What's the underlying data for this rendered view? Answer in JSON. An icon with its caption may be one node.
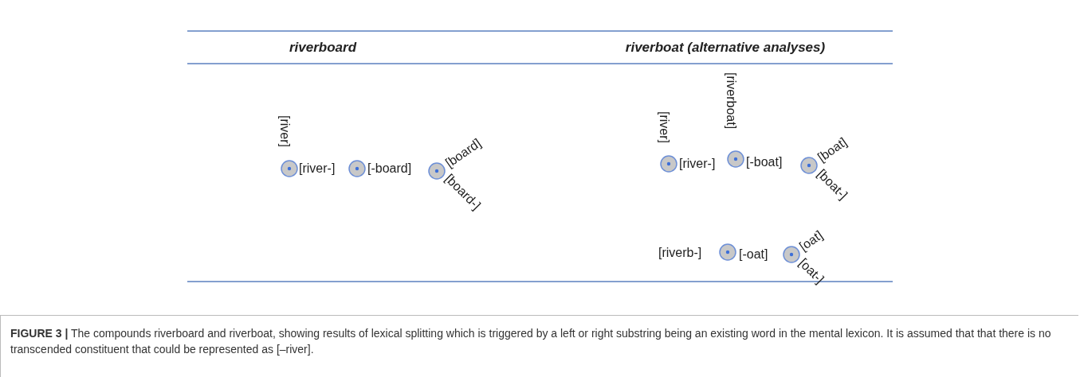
{
  "diagram": {
    "caption": "**FIGURE 3 |** The compounds riverboard and riverboat, showing results of lexical splitting which is triggered by a left or right substring being an existing word in the mental lexicon. It is assumed that that there is no transcended constituent that could be represented as [–river].",
    "nodes": [
      {
        "text": [],
        "shape": "circle"
      },
      {
        "text": [],
        "shape": "circle"
      },
      {
        "text": [],
        "shape": "circle"
      },
      {
        "text": [],
        "shape": "circle"
      },
      {
        "text": [],
        "shape": "circle"
      },
      {
        "text": [],
        "shape": "circle"
      },
      {
        "text": [],
        "shape": "circle"
      },
      {
        "text": [],
        "shape": "circle"
      }
    ],
    "labels": [
      "riverboard",
      "riverboat (alternative analyses)",
      "[river]",
      "[river-]",
      "[-board]",
      "[board]",
      "[board-]",
      "[river]",
      "[riverboat]",
      "[river-]",
      "[-boat]",
      "[boat]",
      "[boat-]",
      "[riverb-]",
      "[-oat]",
      "[oat]",
      "[oat-]"
    ]
  }
}
